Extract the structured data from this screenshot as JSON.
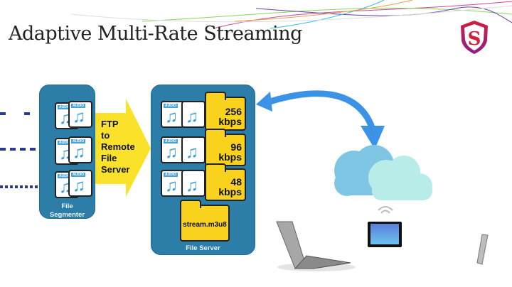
{
  "slide": {
    "title": "Adaptive Multi-Rate Streaming",
    "logo": {
      "letter": "S",
      "colors": [
        "#d21f3c",
        "#8a1f8c"
      ]
    },
    "segmenter": {
      "label_line1": "File",
      "label_line2": "Segmenter",
      "file_tag": "AUDIO"
    },
    "transfer": {
      "lines": [
        "FTP",
        "to",
        "Remote",
        "File",
        "Server"
      ]
    },
    "server": {
      "label": "File Server",
      "folders": [
        {
          "line1": "256",
          "line2": "kbps"
        },
        {
          "line1": "96",
          "line2": "kbps"
        },
        {
          "line1": "48",
          "line2": "kbps"
        }
      ],
      "playlist": "stream.m3u8"
    },
    "colors": {
      "panel": "#2c7ea8",
      "folder": "#f8d21c",
      "arrow_yellow": "#fbe22a",
      "arrow_blue": "#3c93e6",
      "dashes": "#2a3a92"
    },
    "icons": [
      "audio-file-icon",
      "folder-icon",
      "cloud-icon",
      "wifi-icon",
      "laptop-icon",
      "tablet-icon",
      "phone-icon"
    ]
  }
}
